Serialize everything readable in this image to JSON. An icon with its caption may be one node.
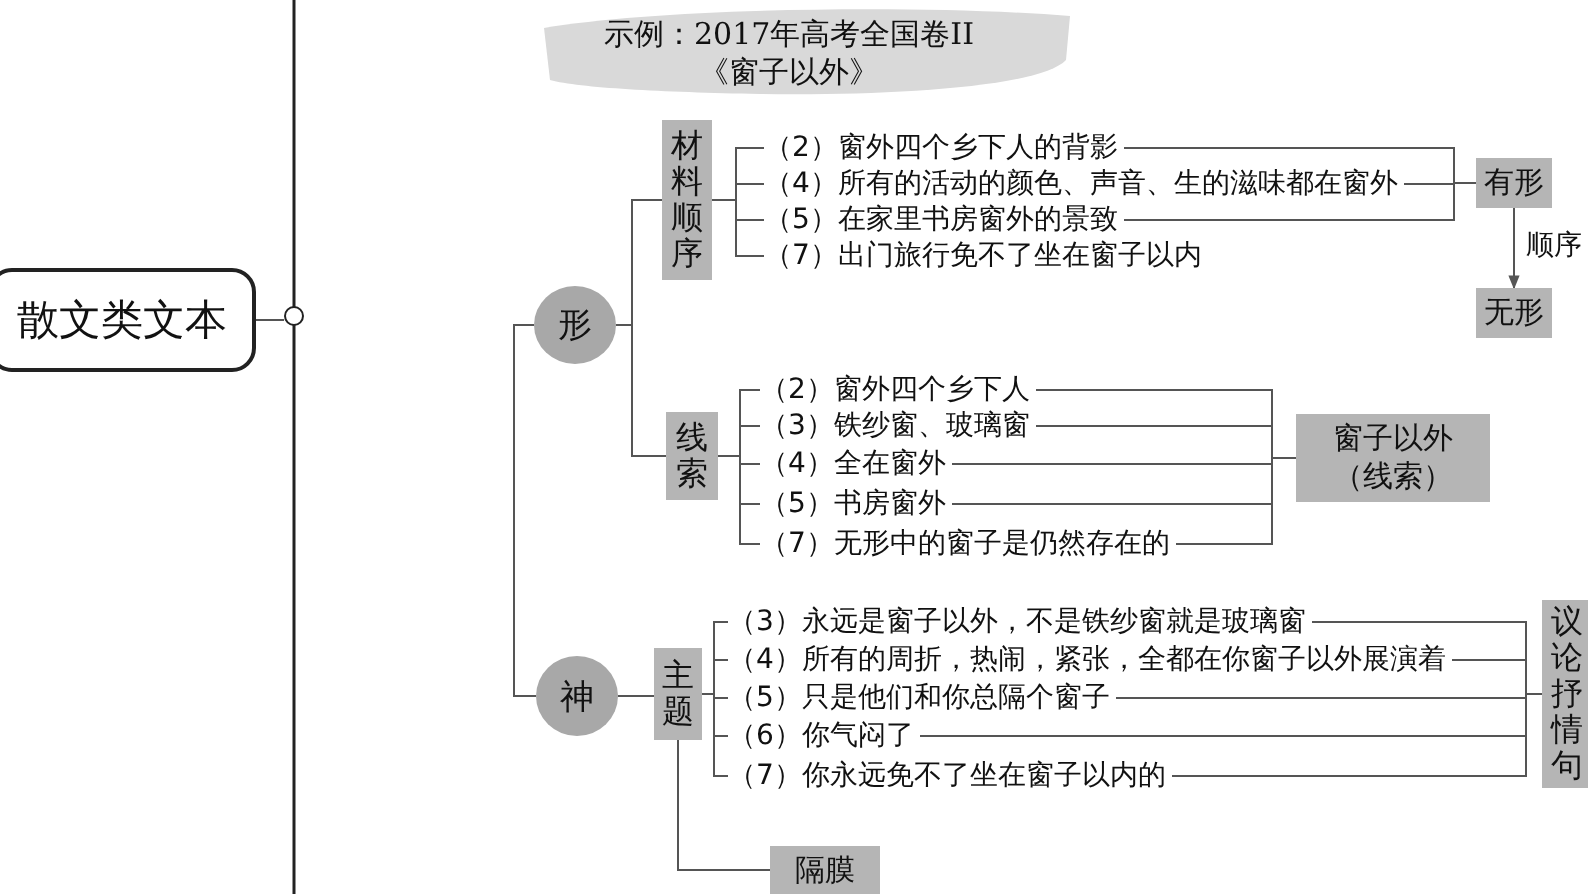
{
  "diagram": {
    "title": "示例：2017年高考全国卷II《窗子以外》",
    "nodes": [
      {
        "text": [
          "散文类文本"
        ]
      },
      {
        "text": [],
        "shape": "circle"
      },
      {
        "text": [
          "形"
        ]
      },
      {
        "text": [
          "材料顺序"
        ]
      },
      {
        "text": [
          "（2）窗外四个乡下人的背影"
        ]
      },
      {
        "text": [
          "（4）所有的活动的颜色、声音、生的滋味都在窗外"
        ]
      },
      {
        "text": [
          "（5）在家里书房窗外的景致"
        ]
      },
      {
        "text": [
          "（7）出门旅行免不了坐在窗子以内"
        ]
      },
      {
        "text": [
          "有形"
        ]
      },
      {
        "text": [
          "无形"
        ]
      },
      {
        "text": [
          "线索"
        ]
      },
      {
        "text": [
          "（2）窗外四个乡下人"
        ]
      },
      {
        "text": [
          "（3）铁纱窗、玻璃窗"
        ]
      },
      {
        "text": [
          "（4）全在窗外"
        ]
      },
      {
        "text": [
          "（5）书房窗外"
        ]
      },
      {
        "text": [
          "（7）无形中的窗子是仍然存在的"
        ]
      },
      {
        "text": [
          "窗子以外（线索）"
        ]
      },
      {
        "text": [
          "神"
        ]
      },
      {
        "text": [
          "主题"
        ]
      },
      {
        "text": [
          "（3）永远是窗子以外，不是铁纱窗就是玻璃窗"
        ]
      },
      {
        "text": [
          "（4）所有的周折，热闹，紧张，全都在你窗子以外展演着"
        ]
      },
      {
        "text": [
          "（5）只是他们和你总隔个窗子"
        ]
      },
      {
        "text": [
          "（6）你气闷了"
        ]
      },
      {
        "text": [
          "（7）你永远免不了坐在窗子以内的"
        ]
      },
      {
        "text": [
          "议论抒情句"
        ]
      },
      {
        "text": [
          "隔膜"
        ]
      }
    ],
    "edges": [
      {
        "from": 0,
        "to": 1,
        "arrow": "none"
      },
      {
        "from": 2,
        "to": 17,
        "arrow": "none"
      },
      {
        "from": 2,
        "to": 3,
        "arrow": "none"
      },
      {
        "from": 2,
        "to": 10,
        "arrow": "none"
      },
      {
        "from": 3,
        "to": 4,
        "arrow": "none"
      },
      {
        "from": 3,
        "to": 5,
        "arrow": "none"
      },
      {
        "from": 3,
        "to": 6,
        "arrow": "none"
      },
      {
        "from": 3,
        "to": 7,
        "arrow": "none"
      },
      {
        "from": 4,
        "to": 8,
        "arrow": "none"
      },
      {
        "from": 5,
        "to": 8,
        "arrow": "none"
      },
      {
        "from": 6,
        "to": 8,
        "arrow": "none"
      },
      {
        "from": 8,
        "to": 9,
        "arrow": "to",
        "label": "顺序"
      },
      {
        "from": 10,
        "to": 11,
        "arrow": "none"
      },
      {
        "from": 10,
        "to": 12,
        "arrow": "none"
      },
      {
        "from": 10,
        "to": 13,
        "arrow": "none"
      },
      {
        "from": 10,
        "to": 14,
        "arrow": "none"
      },
      {
        "from": 10,
        "to": 15,
        "arrow": "none"
      },
      {
        "from": 11,
        "to": 16,
        "arrow": "none"
      },
      {
        "from": 12,
        "to": 16,
        "arrow": "none"
      },
      {
        "from": 13,
        "to": 16,
        "arrow": "none"
      },
      {
        "from": 14,
        "to": 16,
        "arrow": "none"
      },
      {
        "from": 15,
        "to": 16,
        "arrow": "none"
      },
      {
        "from": 17,
        "to": 18,
        "arrow": "none"
      },
      {
        "from": 18,
        "to": 19,
        "arrow": "none"
      },
      {
        "from": 18,
        "to": 20,
        "arrow": "none"
      },
      {
        "from": 18,
        "to": 21,
        "arrow": "none"
      },
      {
        "from": 18,
        "to": 22,
        "arrow": "none"
      },
      {
        "from": 18,
        "to": 23,
        "arrow": "none"
      },
      {
        "from": 19,
        "to": 24,
        "arrow": "none"
      },
      {
        "from": 20,
        "to": 24,
        "arrow": "none"
      },
      {
        "from": 21,
        "to": 24,
        "arrow": "none"
      },
      {
        "from": 22,
        "to": 24,
        "arrow": "none"
      },
      {
        "from": 23,
        "to": 24,
        "arrow": "none"
      },
      {
        "from": 18,
        "to": 25,
        "arrow": "none"
      }
    ]
  }
}
